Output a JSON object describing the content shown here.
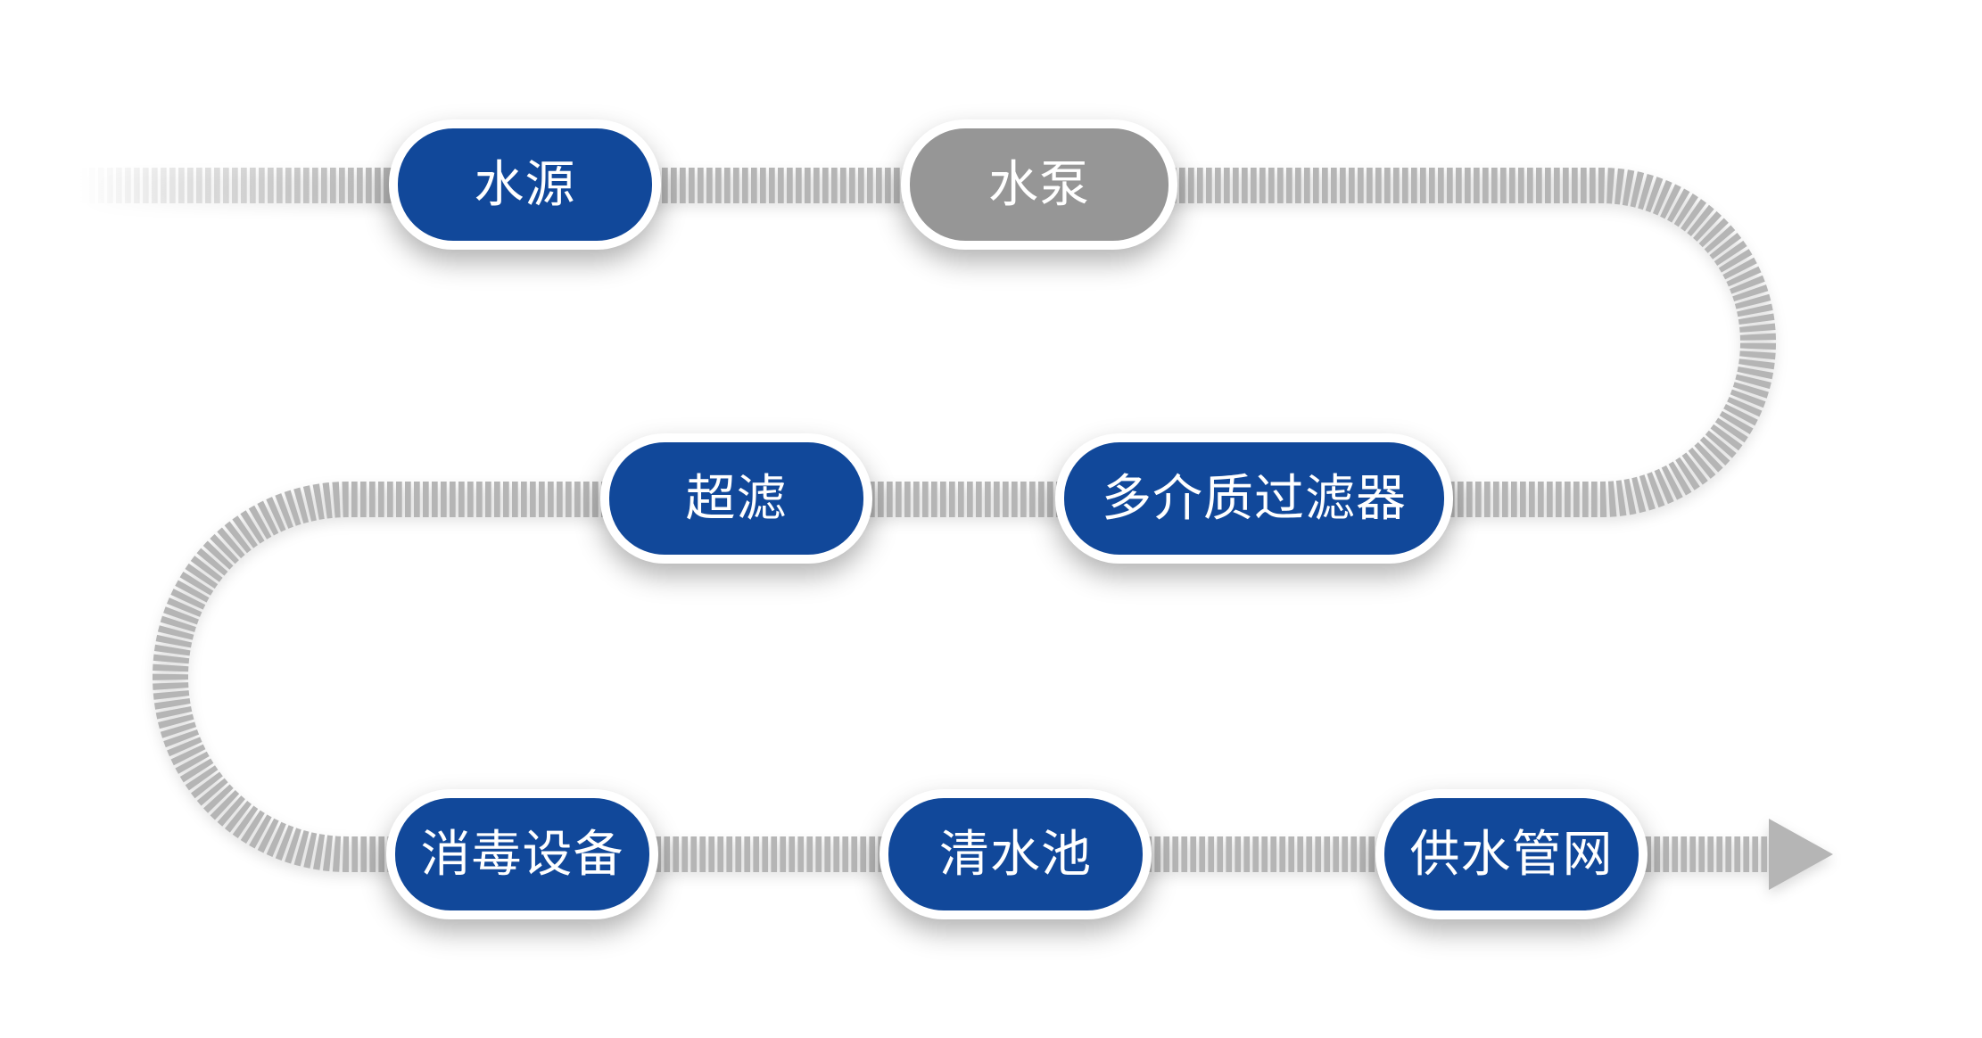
{
  "diagram": {
    "type": "process-flow",
    "nodes": [
      {
        "label": "水源",
        "style": "primary"
      },
      {
        "label": "水泵",
        "style": "secondary"
      },
      {
        "label": "超滤",
        "style": "primary"
      },
      {
        "label": "多介质过滤器",
        "style": "primary"
      },
      {
        "label": "消毒设备",
        "style": "primary"
      },
      {
        "label": "清水池",
        "style": "primary"
      },
      {
        "label": "供水管网",
        "style": "primary"
      }
    ],
    "flow_order": [
      "水源",
      "水泵",
      "多介质过滤器",
      "超滤",
      "消毒设备",
      "清水池",
      "供水管网"
    ],
    "colors": {
      "node_primary": "#11489a",
      "node_secondary": "#969696",
      "node_text": "#ffffff",
      "line": "#b5b5b5",
      "background": "#ffffff"
    }
  }
}
